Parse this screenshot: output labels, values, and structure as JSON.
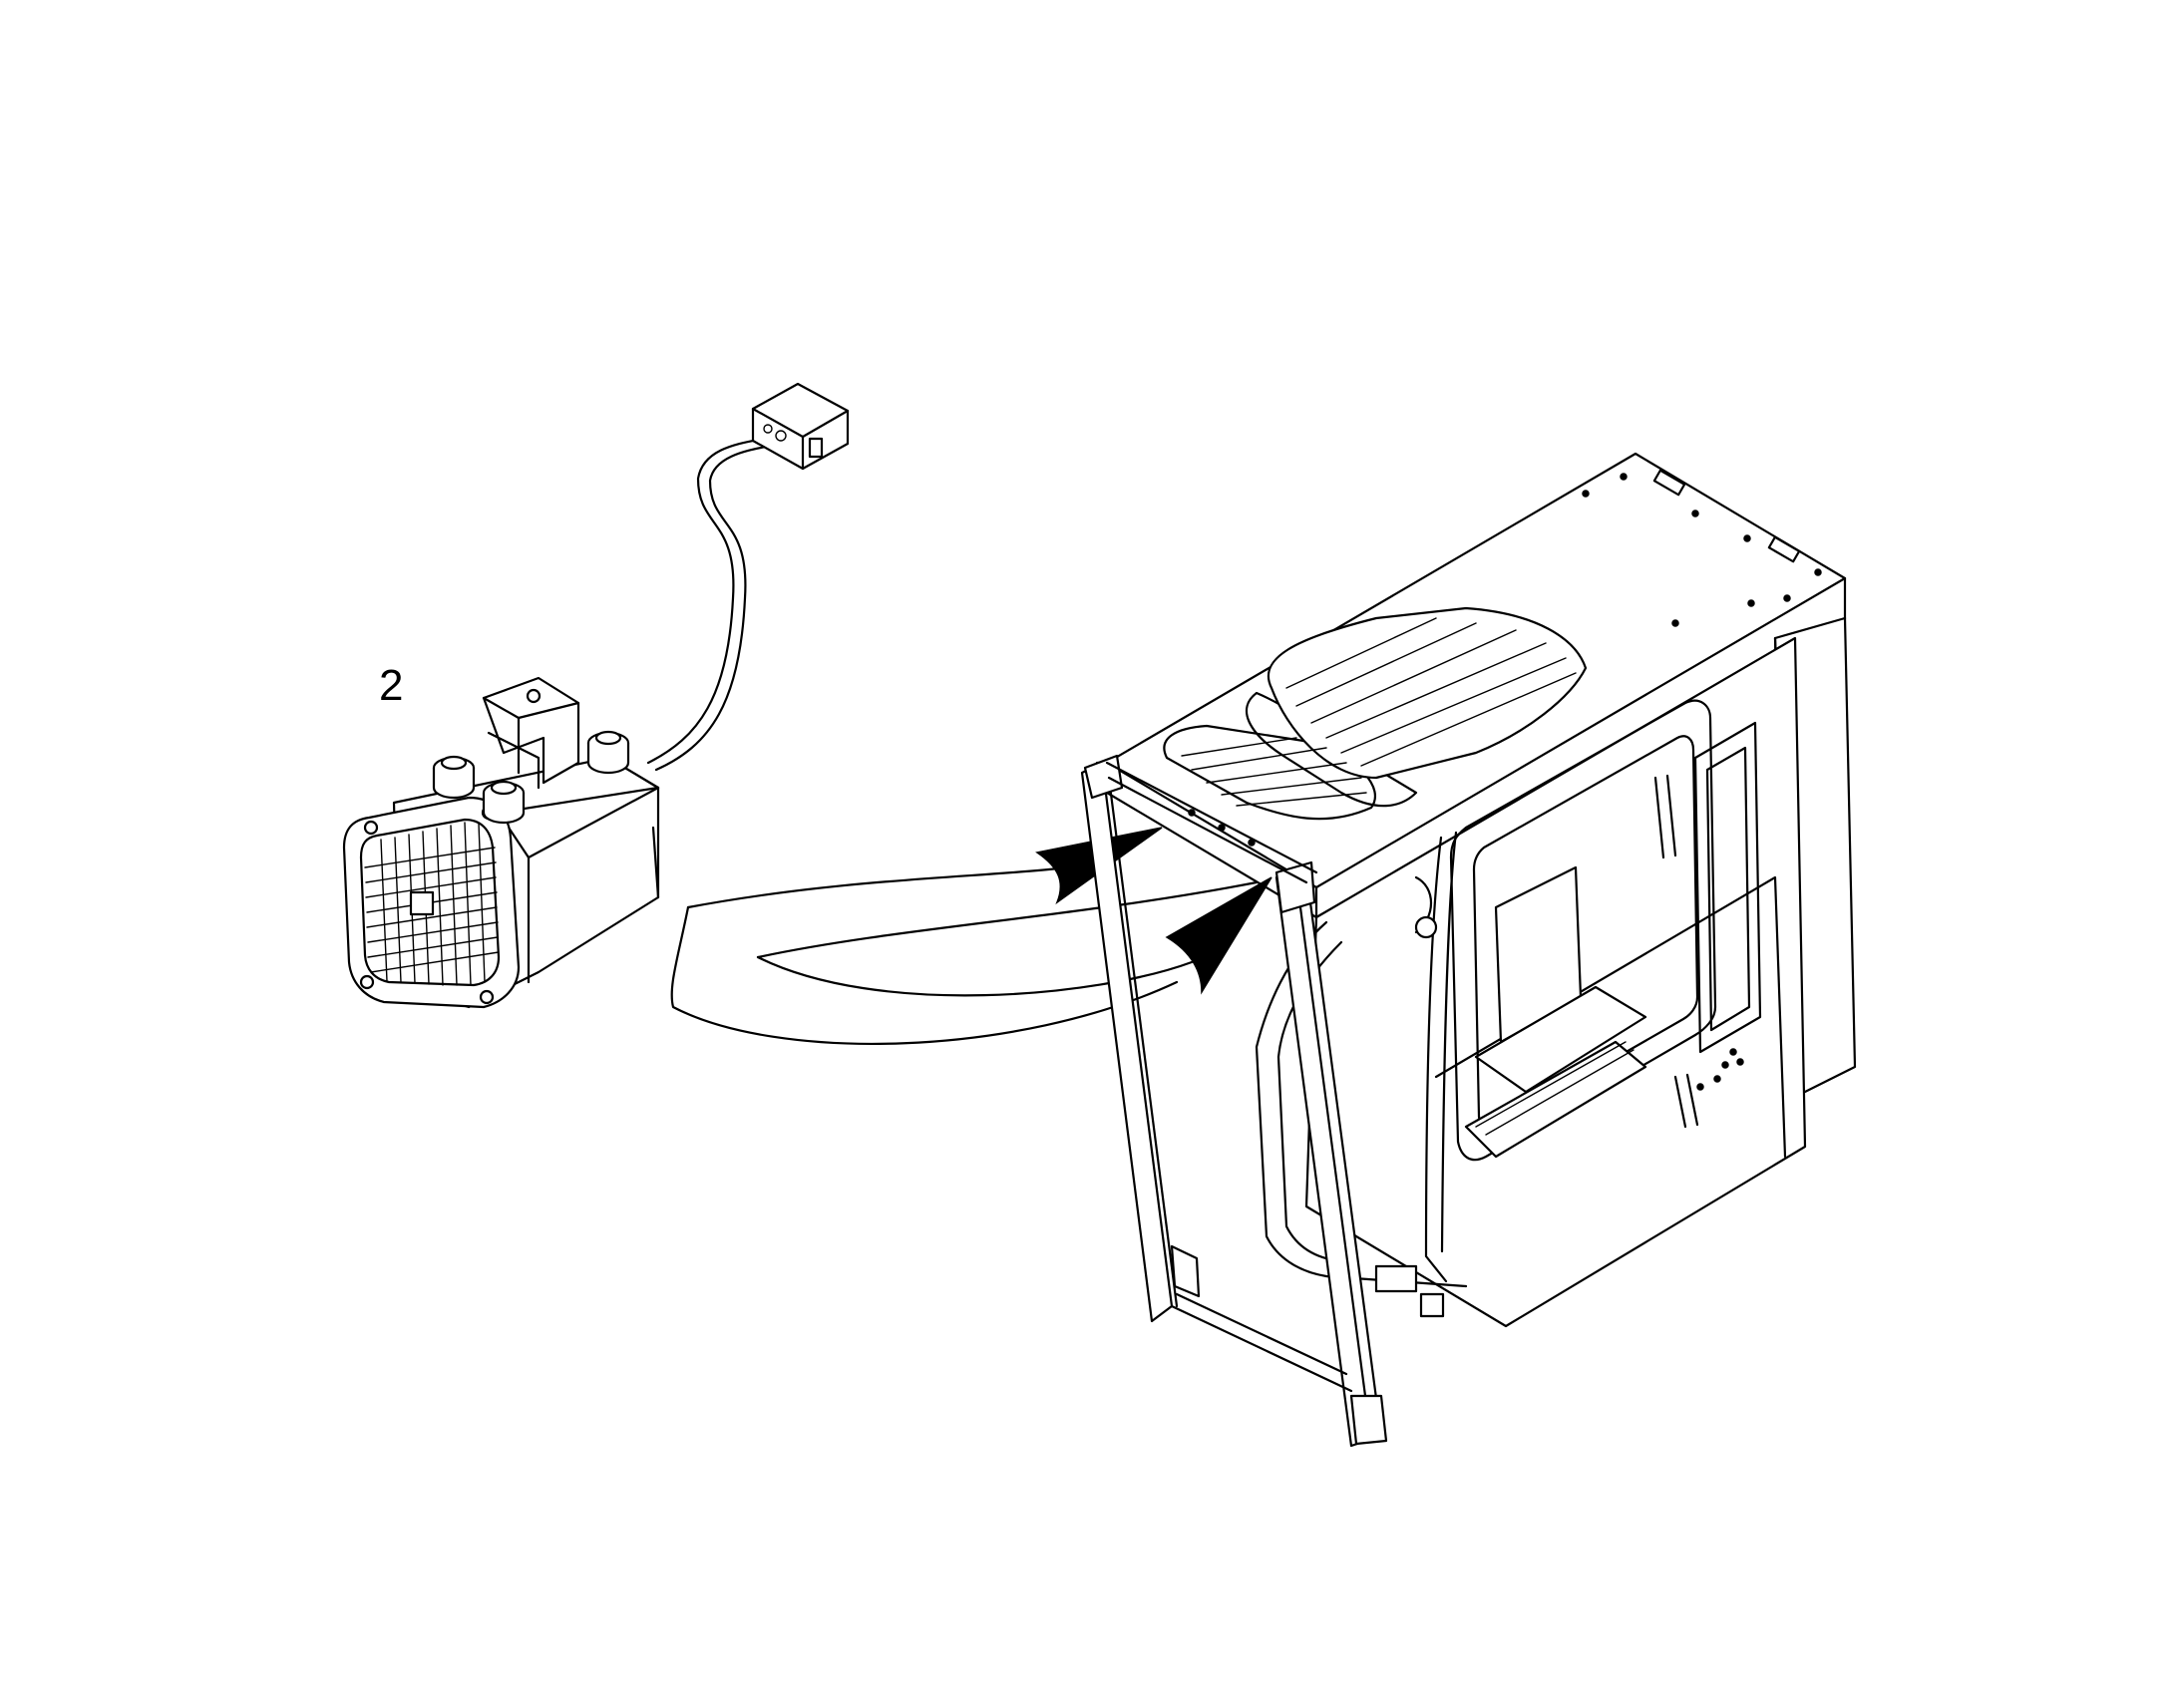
{
  "diagram": {
    "callouts": [
      {
        "id": "callout-2",
        "text": "2"
      }
    ],
    "parts": [
      {
        "name": "lamp-assembly",
        "icon": "work-lamp-icon"
      },
      {
        "name": "cable-connector",
        "icon": "connector-icon"
      },
      {
        "name": "operator-cab",
        "icon": "excavator-cab-icon"
      }
    ],
    "colors": {
      "line": "#000000",
      "background": "#ffffff"
    }
  }
}
